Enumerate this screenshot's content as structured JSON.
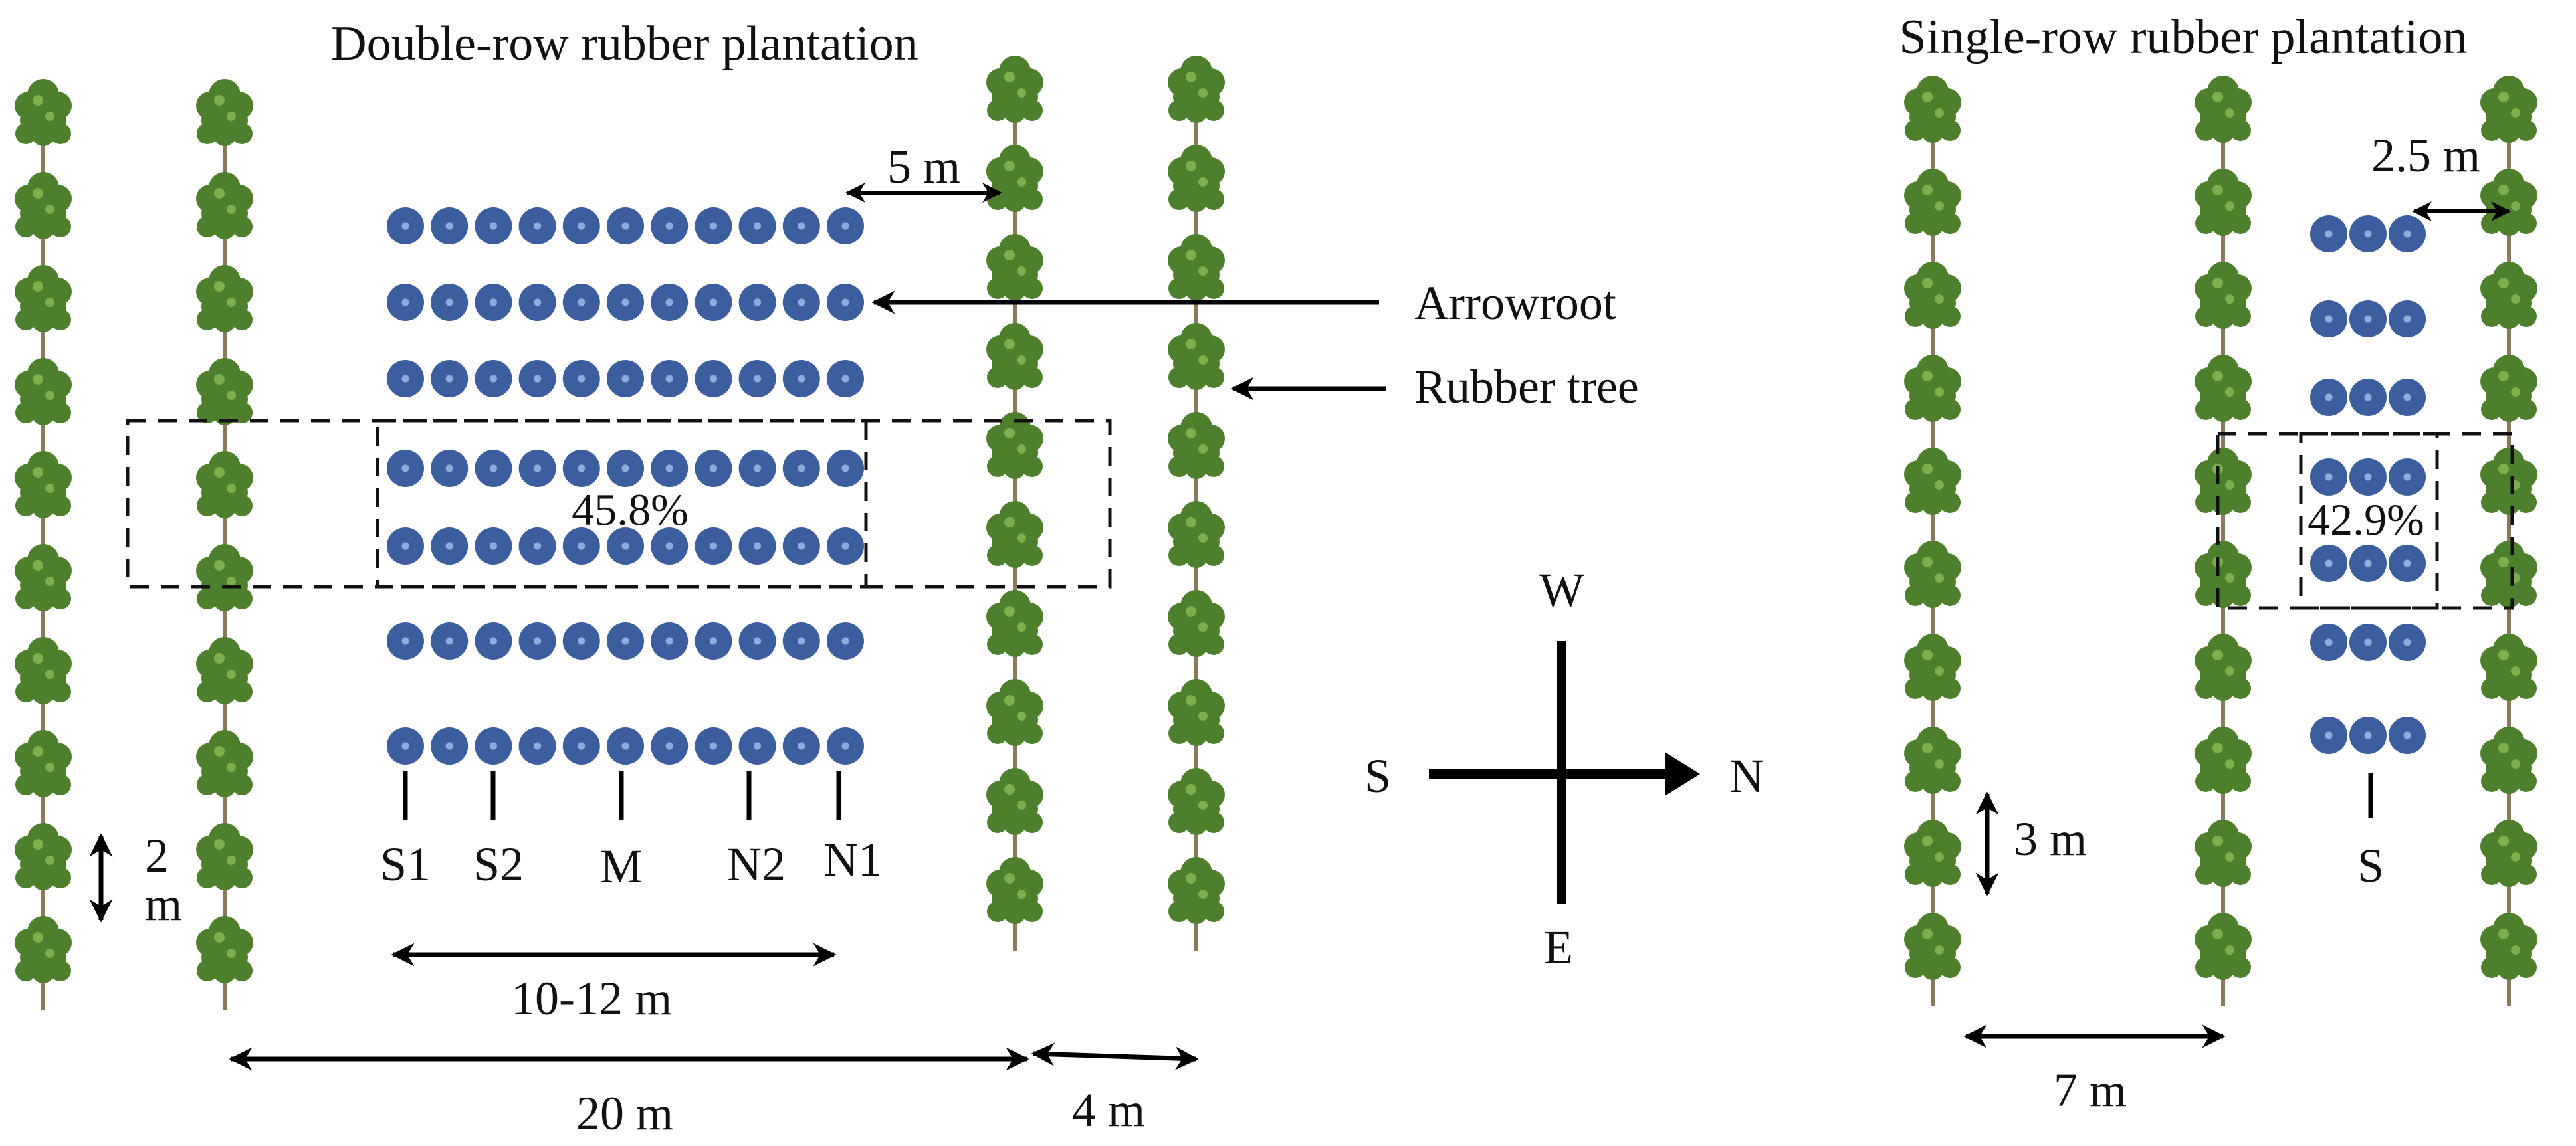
{
  "double_row": {
    "title": "Double-row rubber plantation",
    "spacing_5m": "5 m",
    "arrowroot_label": "Arrowroot",
    "rubber_tree_label": "Rubber tree",
    "percent": "45.8%",
    "positions": [
      "S1",
      "S2",
      "M",
      "N2",
      "N1"
    ],
    "width_bed": "10-12 m",
    "width_total": "20 m",
    "width_pair": "4 m",
    "tree_spacing_num": "2",
    "tree_spacing_unit": "m"
  },
  "compass": {
    "west": "W",
    "south": "S",
    "north": "N",
    "east": "E"
  },
  "single_row": {
    "title": "Single-row rubber plantation",
    "spacing_2_5m": "2.5 m",
    "percent": "42.9%",
    "position": "S",
    "tree_spacing": "3 m",
    "row_spacing": "7 m"
  },
  "colors": {
    "arrowroot": "#3D5E9E",
    "arrowroot_center": "#8FAADC",
    "tree_leaf": "#4E7F2C",
    "tree_trunk": "#8A7A5C"
  },
  "icons": {
    "plant": "arrowroot-plant-icon",
    "tree": "rubber-tree-icon"
  }
}
